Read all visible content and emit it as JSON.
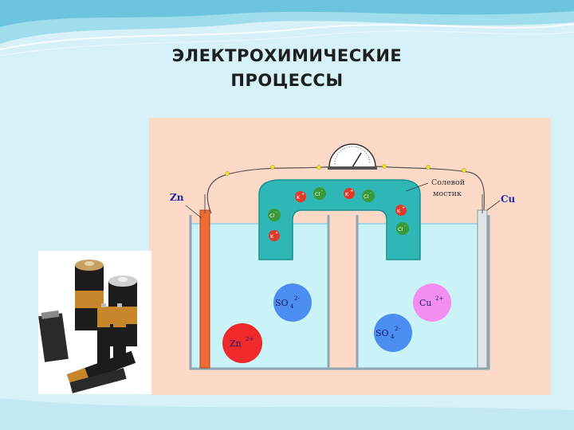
{
  "slide": {
    "title_line1": "ЭЛЕКТРОХИМИЧЕСКИЕ",
    "title_line2": "ПРОЦЕССЫ"
  },
  "diagram": {
    "electrode_left": "Zn",
    "electrode_right": "Cu",
    "salt_bridge_line1": "Солевой",
    "salt_bridge_line2": "мостик",
    "ion_k": "K",
    "ion_cl": "Cl",
    "ion_plus": "+",
    "ion_minus": "-",
    "ion_so4": "SO",
    "ion_so4_sub": "4",
    "ion_so4_charge": "2-",
    "ion_zn": "Zn",
    "ion_zn_charge": "2+",
    "ion_cu": "Cu",
    "ion_cu_charge": "2+"
  },
  "colors": {
    "background": "#d6f1f8",
    "panel": "#fbd9c6",
    "solution": "#c9f3f6",
    "bridge": "#2fb7b7",
    "zinc": "#f06a35",
    "so4": "#4b8df0",
    "zn_ion": "#f02a2a",
    "cu_ion": "#f48df0"
  }
}
